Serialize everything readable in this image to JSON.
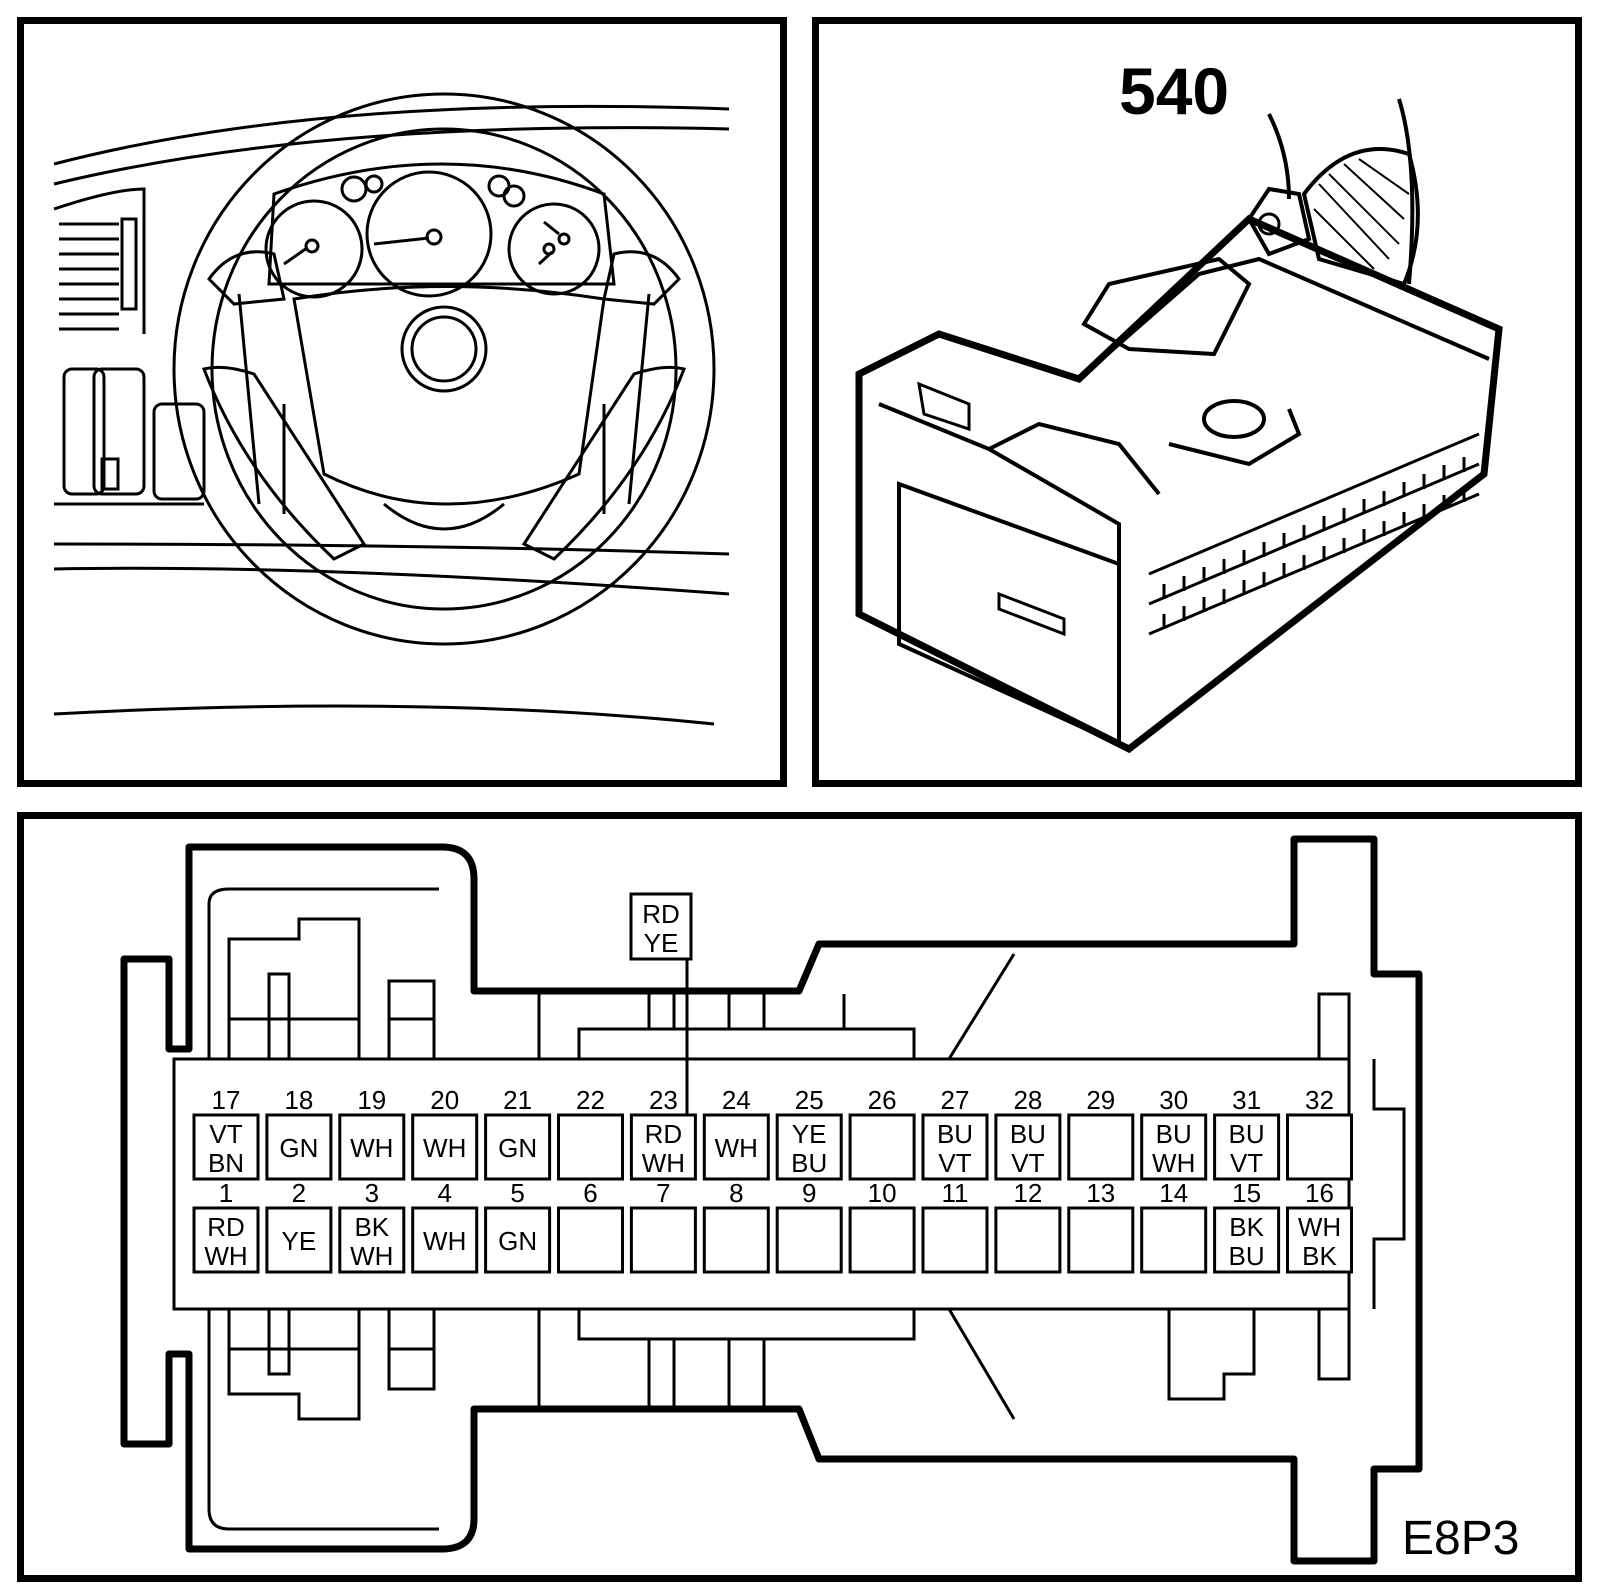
{
  "component": {
    "part_number": "540",
    "connector_code": "E8P3"
  },
  "extra_wire": {
    "label": [
      "RD",
      "YE"
    ],
    "pin": "23"
  },
  "pins_top": [
    {
      "n": "17",
      "c": [
        "VT",
        "BN"
      ]
    },
    {
      "n": "18",
      "c": [
        "GN"
      ]
    },
    {
      "n": "19",
      "c": [
        "WH"
      ]
    },
    {
      "n": "20",
      "c": [
        "WH"
      ]
    },
    {
      "n": "21",
      "c": [
        "GN"
      ]
    },
    {
      "n": "22",
      "c": []
    },
    {
      "n": "23",
      "c": [
        "RD",
        "WH"
      ]
    },
    {
      "n": "24",
      "c": [
        "WH"
      ]
    },
    {
      "n": "25",
      "c": [
        "YE",
        "BU"
      ]
    },
    {
      "n": "26",
      "c": []
    },
    {
      "n": "27",
      "c": [
        "BU",
        "VT"
      ]
    },
    {
      "n": "28",
      "c": [
        "BU",
        "VT"
      ]
    },
    {
      "n": "29",
      "c": []
    },
    {
      "n": "30",
      "c": [
        "BU",
        "WH"
      ]
    },
    {
      "n": "31",
      "c": [
        "BU",
        "VT"
      ]
    },
    {
      "n": "32",
      "c": []
    }
  ],
  "pins_bottom": [
    {
      "n": "1",
      "c": [
        "RD",
        "WH"
      ]
    },
    {
      "n": "2",
      "c": [
        "YE"
      ]
    },
    {
      "n": "3",
      "c": [
        "BK",
        "WH"
      ]
    },
    {
      "n": "4",
      "c": [
        "WH"
      ]
    },
    {
      "n": "5",
      "c": [
        "GN"
      ]
    },
    {
      "n": "6",
      "c": []
    },
    {
      "n": "7",
      "c": []
    },
    {
      "n": "8",
      "c": []
    },
    {
      "n": "9",
      "c": []
    },
    {
      "n": "10",
      "c": []
    },
    {
      "n": "11",
      "c": []
    },
    {
      "n": "12",
      "c": []
    },
    {
      "n": "13",
      "c": []
    },
    {
      "n": "14",
      "c": []
    },
    {
      "n": "15",
      "c": [
        "BK",
        "BU"
      ]
    },
    {
      "n": "16",
      "c": [
        "WH",
        "BK"
      ]
    }
  ]
}
